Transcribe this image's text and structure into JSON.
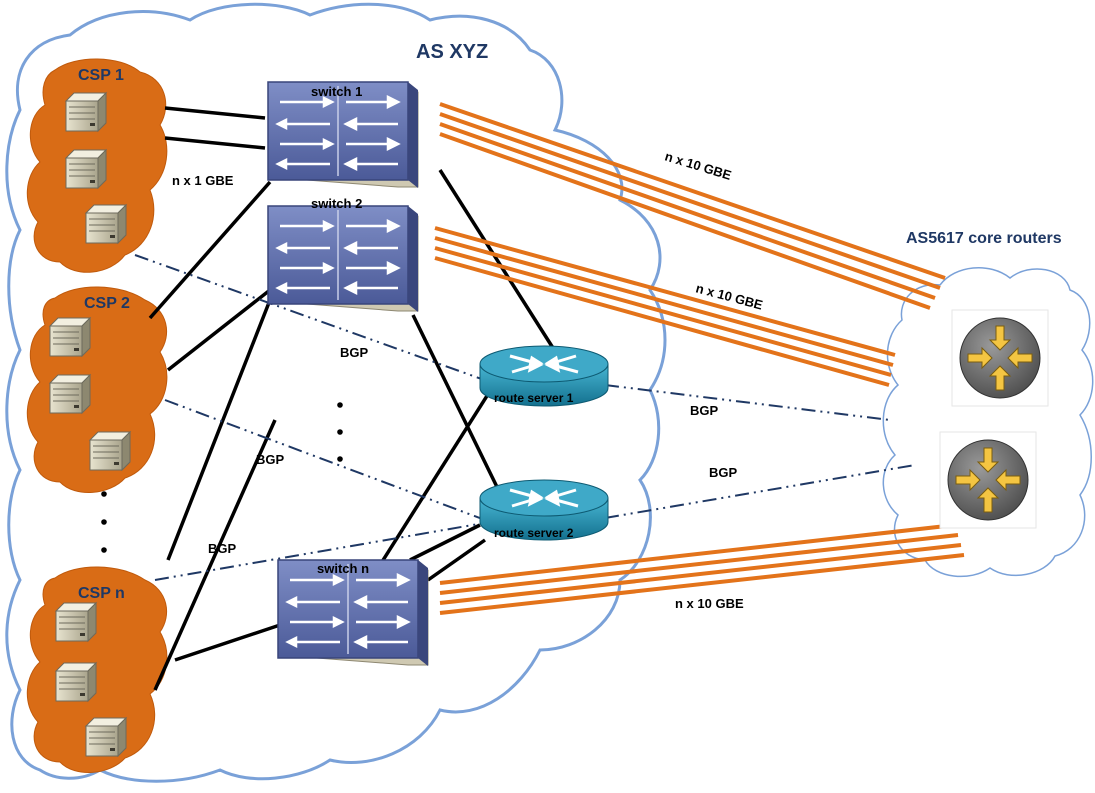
{
  "title": "AS XYZ",
  "core": {
    "label": "AS5617 core routers"
  },
  "csps": [
    "CSP 1",
    "CSP 2",
    "CSP n"
  ],
  "switches": [
    "switch 1",
    "switch 2",
    "switch n"
  ],
  "route_servers": [
    "route server 1",
    "route server 2"
  ],
  "links": {
    "gbe1": "n x 1 GBE",
    "gbe10_a": "n x 10 GBE",
    "gbe10_b": "n x 10 GBE",
    "gbe10_c": "n x 10 GBE"
  },
  "bgp_labels": [
    "BGP",
    "BGP",
    "BGP",
    "BGP",
    "BGP"
  ],
  "ellipsis": "...",
  "colors": {
    "cloud_outline": "#7aa1d8",
    "csp_fill": "#d96c16",
    "fiber": "#e3731a",
    "bgp_dash": "#1f3864",
    "switch_fill": "#5a6aa8",
    "route_server": "#1f8fb0",
    "text_dark": "#1f3864"
  }
}
